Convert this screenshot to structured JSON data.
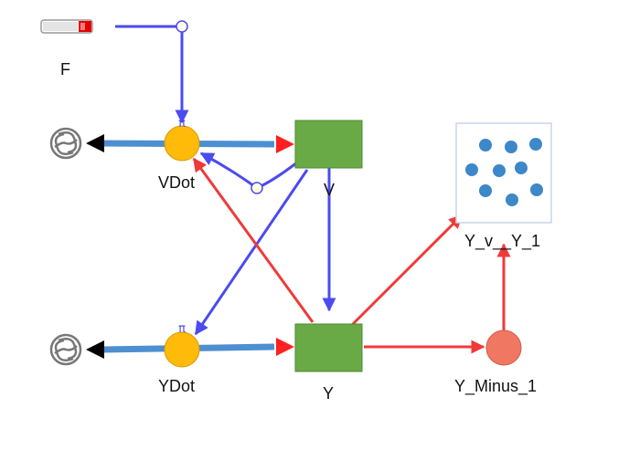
{
  "diagram": {
    "labels": {
      "f": "F",
      "vdot": "VDot",
      "v": "V",
      "y": "Y",
      "ydot": "YDot",
      "y_minus_1": "Y_Minus_1",
      "scatter": "Y_v__Y_1"
    },
    "pi_symbol": "π",
    "colors": {
      "info_arrow": "#4B4BF0",
      "red_arrow": "#F03A3A",
      "flow_pipe": "#4D8FD0",
      "stock_fill": "#6AAA46",
      "stock_border": "#4E8A34",
      "rate_fill": "#FFBA0A",
      "converter_fill": "#F07862",
      "scatter_dot": "#3C88C8",
      "slider_red": "#E80000",
      "cloud": "#777777"
    },
    "icons": {
      "slider": "slider-icon",
      "cloud": "cloud-source-icon",
      "scatter": "scatter-plot-icon"
    }
  }
}
